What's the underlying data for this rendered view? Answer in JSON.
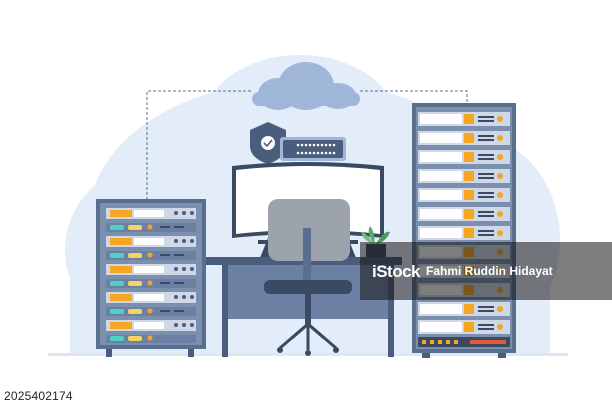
{
  "watermark": {
    "logo": "iStock",
    "credit": "Fahmi Ruddin Hidayat"
  },
  "footer": {
    "image_id": "2025402174"
  },
  "colors": {
    "cloud_bg": "#e3ecf9",
    "cloud_small": "#9fb6d8",
    "rack_frame": "#5a6f8f",
    "rack_panel": "#cfd8e6",
    "accent_orange": "#f5a623",
    "desk_top": "#4a5d7c",
    "desk_body": "#6b80a3",
    "chair": "#9ca3ad",
    "monitor_frame": "#3b4a63"
  }
}
